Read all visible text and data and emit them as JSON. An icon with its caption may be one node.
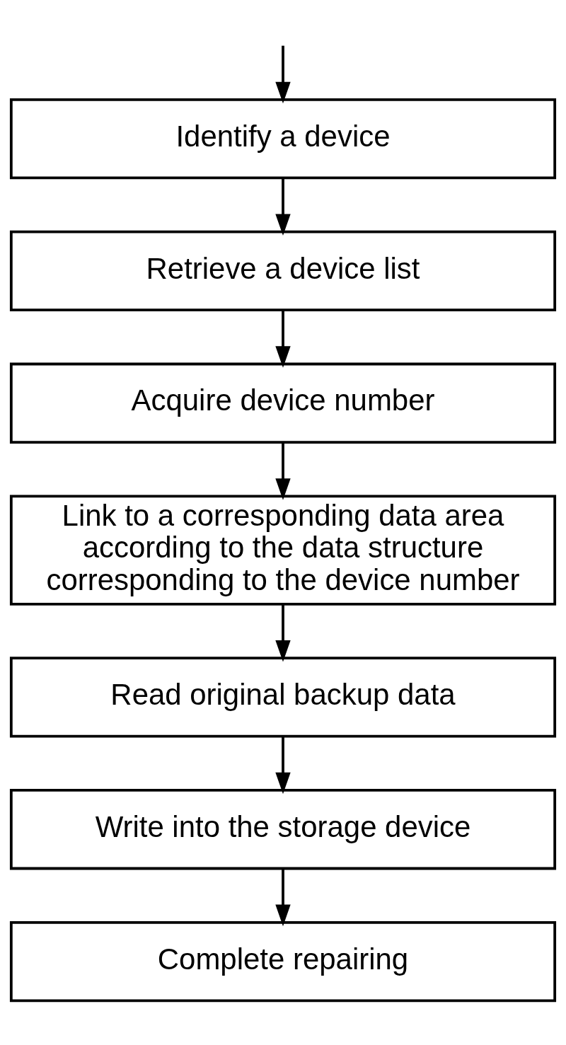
{
  "diagram": {
    "nodes": [
      {
        "text": [
          "Identify a device"
        ]
      },
      {
        "text": [
          "Retrieve a device list"
        ]
      },
      {
        "text": [
          "Acquire device number"
        ]
      },
      {
        "text": [
          "Link to a corresponding data area according to the data structure corresponding to the device number"
        ]
      },
      {
        "text": [
          "Read original backup data"
        ]
      },
      {
        "text": [
          "Write into the storage device"
        ]
      },
      {
        "text": [
          "Complete repairing"
        ]
      }
    ],
    "edges": [
      {
        "from": null,
        "to": 0,
        "arrow": "to"
      },
      {
        "from": 0,
        "to": 1,
        "arrow": "to"
      },
      {
        "from": 1,
        "to": 2,
        "arrow": "to"
      },
      {
        "from": 2,
        "to": 3,
        "arrow": "to"
      },
      {
        "from": 3,
        "to": 4,
        "arrow": "to"
      },
      {
        "from": 4,
        "to": 5,
        "arrow": "to"
      },
      {
        "from": 5,
        "to": 6,
        "arrow": "to"
      }
    ]
  }
}
